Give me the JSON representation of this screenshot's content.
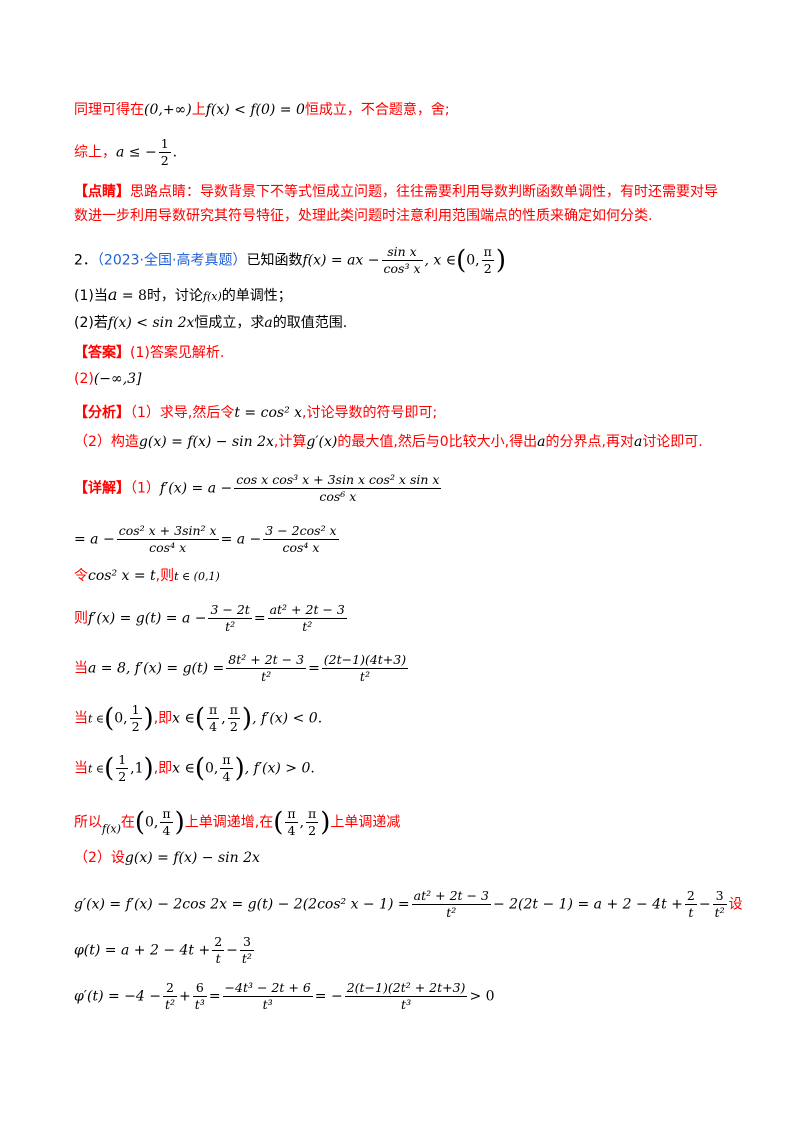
{
  "lines": {
    "l1_pre": "同理可得在",
    "l1_interval": "(0,+∞)",
    "l1_mid": "上",
    "l1_expr": "f(x) < f(0) = 0",
    "l1_post": "恒成立，不合题意，舍;",
    "l2_pre": "综上，",
    "l2_expr": "a ≤ −",
    "l2_num": "1",
    "l2_den": "2",
    "l2_post": ".",
    "dianjing_tag": "【点睛】",
    "dianjing_text1": "思路点睛：导数背景下不等式恒成立问题，往往需要利用导数判断函数单调性，有时还需要对导",
    "dianjing_text2": "数进一步利用导数研究其符号特征，处理此类问题时注意利用范围端点的性质来确定如何分类.",
    "q2_num": "2．",
    "q2_source": "（2023·全国·高考真题）",
    "q2_pre": "已知函数",
    "q2_f": "f(x) = ax −",
    "q2_num_frac": "sin x",
    "q2_den_frac": "cos³ x",
    "q2_domain": ", x ∈",
    "q2_d_open": "0,",
    "q2_pi": "π",
    "q2_two": "2",
    "p1_label": "(1)当",
    "p1_a": "a",
    "p1_eq": " = 8",
    "p1_text": "时，讨论",
    "p1_fx": "f(x)",
    "p1_post": "的单调性；",
    "p2_label": "(2)若",
    "p2_expr": "f(x) < sin 2x",
    "p2_text": "恒成立，求",
    "p2_a": "a",
    "p2_post": "的取值范围.",
    "ans_tag": "【答案】",
    "ans_text": "(1)答案见解析.",
    "ans2": "(2)",
    "ans2_val": "(−∞,3]",
    "fx_tag": "【分析】",
    "fx1_a": "（1）求导,然后令",
    "fx1_expr": "t = cos² x",
    "fx1_b": ",讨论导数的符号即可;",
    "fx2_a": "（2）构造",
    "fx2_expr": "g(x) = f(x) − sin 2x",
    "fx2_b": ",计算",
    "fx2_expr2": "g′(x)",
    "fx2_c": "的最大值,然后与0比较大小,得出",
    "fx2_a_var": "a",
    "fx2_d": "的分界点,再对",
    "fx2_e": "讨论即可.",
    "xj_tag": "【详解】",
    "xj_1": "（1）",
    "xj_1_expr": "f′(x) = a −",
    "xj_1_num": "cos x cos³ x + 3sin x cos² x sin x",
    "xj_1_den": "cos⁶ x",
    "l_eq2_a": "= a −",
    "l_eq2_num1": "cos² x + 3sin² x",
    "l_eq2_den1": "cos⁴ x",
    "l_eq2_b": "= a −",
    "l_eq2_num2": "3 − 2cos² x",
    "l_eq2_den2": "cos⁴ x",
    "ling_pre": "令",
    "ling_expr": "cos² x = t",
    "ling_mid": ",则",
    "ling_expr2": "t ∈ (0,1)",
    "ze_pre": "则",
    "ze_expr": "f′(x) = g(t) = a −",
    "ze_num1": "3 − 2t",
    "ze_den1": "t²",
    "ze_eq": "=",
    "ze_num2": "at² + 2t − 3",
    "ze_den2": "t²",
    "dang1_pre": "当",
    "dang1_expr": "a = 8, f′(x) = g(t) =",
    "dang1_num1": "8t² + 2t − 3",
    "dang1_den1": "t²",
    "dang1_eq": "=",
    "dang1_num2": "(2t−1)(4t+3)",
    "dang1_den2": "t²",
    "dang2_pre": "当",
    "dang2_t": "t ∈",
    "dang2_i1": "0,",
    "dang2_half_n": "1",
    "dang2_half_d": "2",
    "dang2_ji": ",即",
    "dang2_x": "x ∈",
    "dang2_pi_n": "π",
    "dang2_pi_d1": "4",
    "dang2_pi_d2": "2",
    "dang2_post": ", f′(x) < 0",
    "dang2_dot": ".",
    "dang3_pre": "当",
    "dang3_t": "t ∈",
    "dang3_half_n": "1",
    "dang3_half_d": "2",
    "dang3_one": ",1",
    "dang3_ji": ",即",
    "dang3_x": "x ∈",
    "dang3_i": "0,",
    "dang3_pi_n": "π",
    "dang3_pi_d": "4",
    "dang3_post": ", f′(x) > 0",
    "dang3_dot": ".",
    "suoyi_pre": "所以",
    "suoyi_fx": "f(x)",
    "suoyi_zai": "在",
    "suoyi_i": "0,",
    "suoyi_pi_n": "π",
    "suoyi_pi_d": "4",
    "suoyi_mid": "上单调递增,在",
    "suoyi_pi_n2": "π",
    "suoyi_pi_d2a": "4",
    "suoyi_pi_d2b": "2",
    "suoyi_post": "上单调递减",
    "p2s_pre": "（2）设",
    "p2s_expr": "g(x) = f(x) − sin 2x",
    "g_expr_a": "g′(x) = f′(x) − 2cos 2x = g(t) − 2(2cos² x − 1) =",
    "g_num1": "at² + 2t − 3",
    "g_den1": "t²",
    "g_mid": "− 2(2t − 1) = a + 2 − 4t +",
    "g_num2": "2",
    "g_den2": "t",
    "g_minus": "−",
    "g_num3": "3",
    "g_den3": "t²",
    "g_she": "设",
    "phi_expr": "φ(t) = a + 2 − 4t +",
    "phi_num1": "2",
    "phi_den1": "t",
    "phi_minus": "−",
    "phi_num2": "3",
    "phi_den2": "t²",
    "dphi_expr": "φ′(t) = −4 −",
    "dphi_num1": "2",
    "dphi_den1": "t²",
    "dphi_plus": "+",
    "dphi_num2": "6",
    "dphi_den2": "t³",
    "dphi_eq": "=",
    "dphi_num3": "−4t³ − 2t + 6",
    "dphi_den3": "t³",
    "dphi_eq2": "= −",
    "dphi_num4": "2(t−1)(2t² + 2t+3)",
    "dphi_den4": "t³",
    "dphi_post": "> 0"
  }
}
